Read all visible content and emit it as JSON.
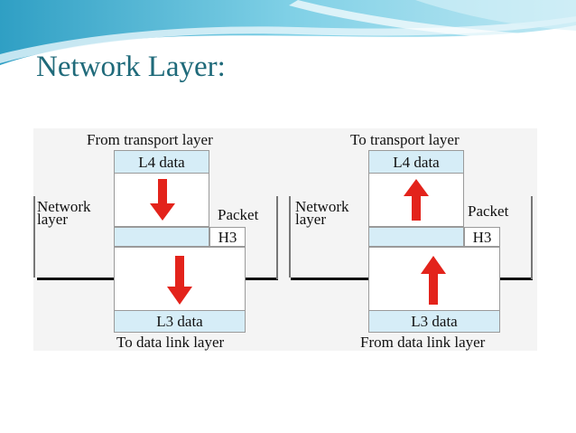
{
  "slide": {
    "title": "Network Layer:"
  },
  "colors": {
    "title": "#1f6a7a",
    "banner": "#5bbbd6",
    "arrow": "#e3231b",
    "box_fill": "#d6edf7"
  },
  "diagrams": [
    {
      "direction": "down",
      "top_label": "From transport layer",
      "top_box": "L4 data",
      "layer_label_1": "Network",
      "layer_label_2": "layer",
      "packet_label": "Packet",
      "header_label": "H3",
      "bottom_box": "L3 data",
      "bottom_label": "To data link layer"
    },
    {
      "direction": "up",
      "top_label": "To transport layer",
      "top_box": "L4 data",
      "layer_label_1": "Network",
      "layer_label_2": "layer",
      "packet_label": "Packet",
      "header_label": "H3",
      "bottom_box": "L3 data",
      "bottom_label": "From data link layer"
    }
  ]
}
